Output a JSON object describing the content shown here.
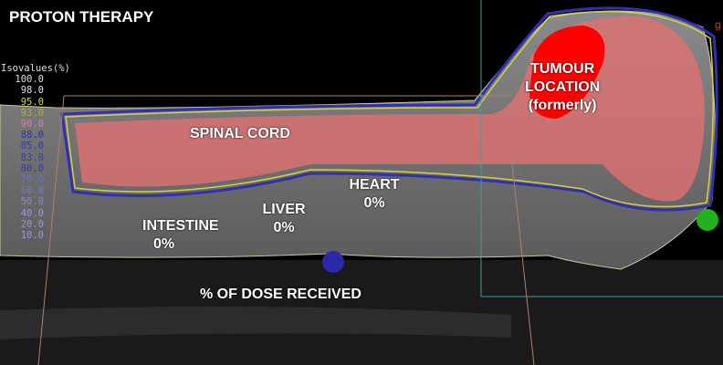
{
  "title": "PROTON THERAPY",
  "isovalues": {
    "header": "Isovalues(%)",
    "levels": [
      {
        "value": "100.0",
        "color": "#e0e0e0"
      },
      {
        "value": "98.0",
        "color": "#e0e0e0"
      },
      {
        "value": "95.0",
        "color": "#d8d040"
      },
      {
        "value": "93.0",
        "color": "#b0b040"
      },
      {
        "value": "90.0",
        "color": "#d080b0"
      },
      {
        "value": "88.0",
        "color": "#3030a0"
      },
      {
        "value": "85.0",
        "color": "#3838a8"
      },
      {
        "value": "83.0",
        "color": "#3838a8"
      },
      {
        "value": "80.0",
        "color": "#3838a8"
      },
      {
        "value": "70.0",
        "color": "#7070c8"
      },
      {
        "value": "60.0",
        "color": "#7878c8"
      },
      {
        "value": "50.0",
        "color": "#8888d0"
      },
      {
        "value": "40.0",
        "color": "#9898d8"
      },
      {
        "value": "20.0",
        "color": "#9898d8"
      },
      {
        "value": "10.0",
        "color": "#9898d8"
      }
    ]
  },
  "labels": {
    "tumour": "TUMOUR\nLOCATION\n(formerly)",
    "spinal_cord": "SPINAL CORD",
    "heart_name": "HEART",
    "heart_dose": "0%",
    "liver_name": "LIVER",
    "liver_dose": "0%",
    "intestine_name": "INTESTINE",
    "intestine_dose": "0%",
    "caption": "% OF DOSE RECEIVED"
  },
  "corner_mark": "g",
  "colors": {
    "dose_region": "#e07070",
    "tumour": "#ff0000",
    "marker_blue": "#2a2aa8",
    "marker_green": "#20b020"
  }
}
